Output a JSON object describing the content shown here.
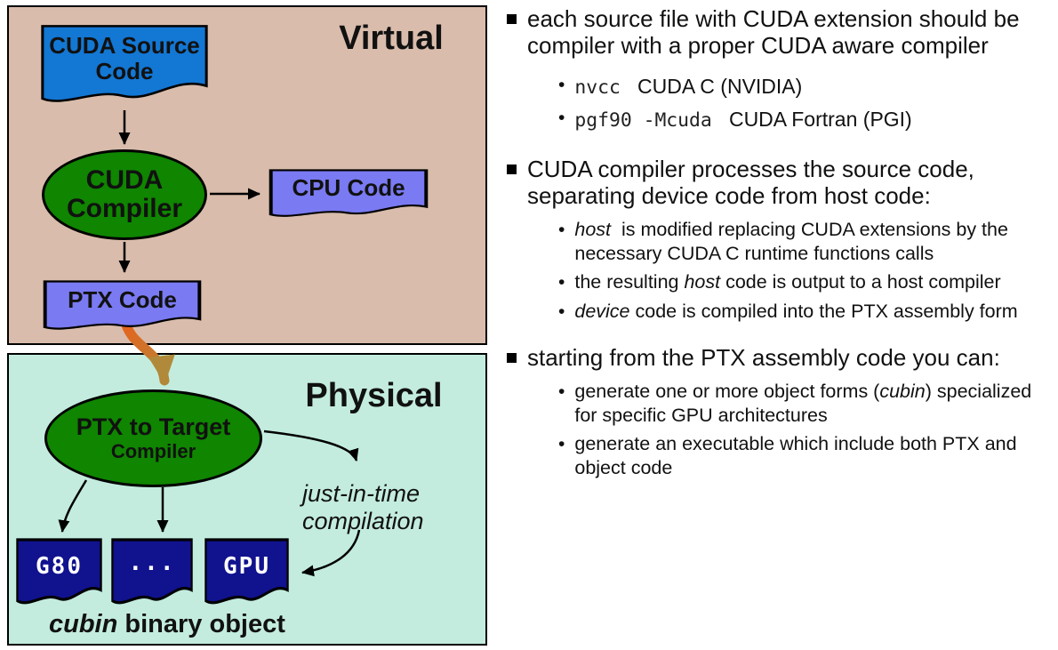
{
  "colors": {
    "panel-virtual": "#d9bcab",
    "panel-physical": "#c3ecdf",
    "doc-blue": "#1377d4",
    "doc-purple": "#7a7af2",
    "node-green": "#0f8500",
    "doc-navy": "#10128e",
    "arrow-orange": "#e8611c",
    "arrow-tan": "#b08a3a"
  },
  "diagram": {
    "virtual_panel": {
      "title": "Virtual"
    },
    "physical_panel": {
      "title": "Physical"
    },
    "nodes": {
      "cuda_source": "CUDA Source\nCode",
      "cuda_compiler": "CUDA\nCompiler",
      "cpu_code": "CPU Code",
      "ptx_code": "PTX Code",
      "ptx_to_target_title": "PTX to Target",
      "ptx_to_target_sub": "Compiler",
      "g80": "G80",
      "dots": "...",
      "gpu": "GPU"
    },
    "jit_label": "just-in-time\ncompilation",
    "cubin_caption": [
      {
        "t": "cubin",
        "s": "bi"
      },
      {
        "t": " binary object",
        "s": "b"
      }
    ]
  },
  "bullets": [
    {
      "text": "each source file with CUDA extension should be compiler with a proper CUDA aware compiler",
      "subs": [
        {
          "segments": [
            {
              "t": "nvcc",
              "s": "m"
            },
            {
              "t": "   CUDA C (NVIDIA)"
            }
          ]
        },
        {
          "segments": [
            {
              "t": "pgf90 -Mcuda",
              "s": "m"
            },
            {
              "t": "   CUDA Fortran (PGI)"
            }
          ]
        }
      ]
    },
    {
      "text": "CUDA compiler processes the source code, separating device code from host code:",
      "subs": [
        {
          "segments": [
            {
              "t": "host",
              "s": "i"
            },
            {
              "t": "  is modified replacing CUDA extensions by the necessary CUDA C runtime functions calls"
            }
          ]
        },
        {
          "segments": [
            {
              "t": "the resulting "
            },
            {
              "t": "host",
              "s": "i"
            },
            {
              "t": " code is output to a host compiler"
            }
          ]
        },
        {
          "segments": [
            {
              "t": "device",
              "s": "i"
            },
            {
              "t": " code is compiled into the PTX assembly form"
            }
          ]
        }
      ]
    },
    {
      "text": "starting from the PTX assembly code you can:",
      "subs": [
        {
          "segments": [
            {
              "t": "generate one or more object forms ("
            },
            {
              "t": "cubin",
              "s": "i"
            },
            {
              "t": ") specialized for specific GPU architectures"
            }
          ]
        },
        {
          "segments": [
            {
              "t": "generate an executable which include both PTX and object code"
            }
          ]
        }
      ]
    }
  ]
}
